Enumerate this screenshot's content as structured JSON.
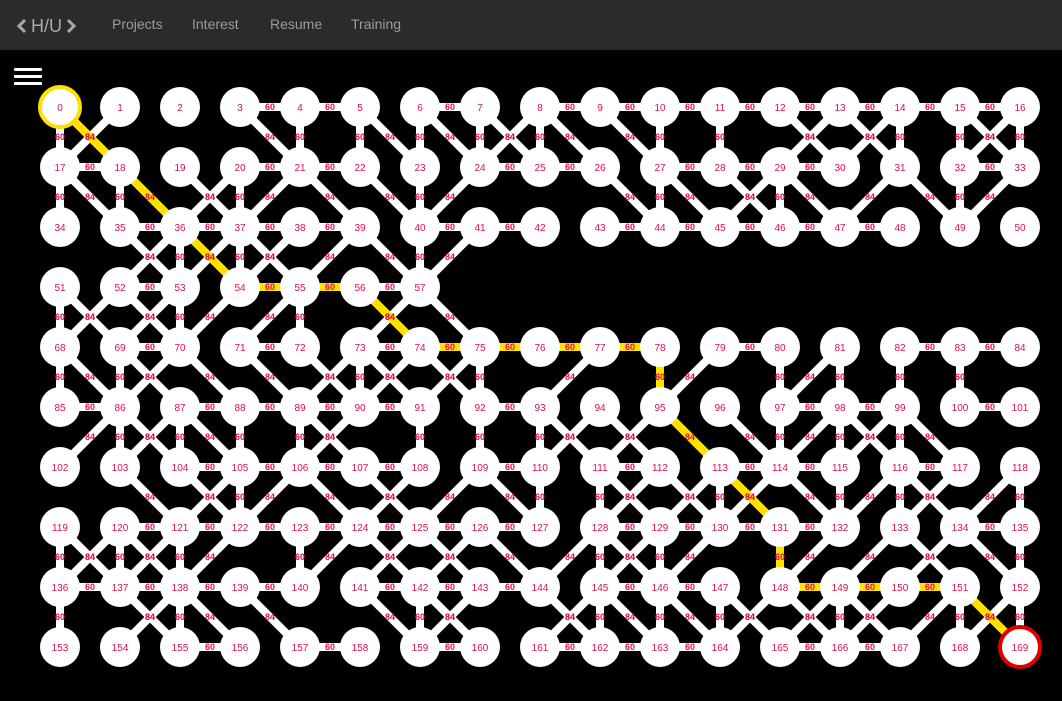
{
  "header": {
    "brand": "H/U",
    "nav": [
      {
        "id": "projects",
        "label": "Projects"
      },
      {
        "id": "interest",
        "label": "Interest"
      },
      {
        "id": "resume",
        "label": "Resume"
      },
      {
        "id": "training",
        "label": "Training"
      }
    ]
  },
  "graph": {
    "start": 0,
    "end": 169,
    "missing_nodes": [
      58,
      59,
      60,
      61,
      62,
      63,
      64,
      65,
      66,
      67
    ],
    "path": [
      0,
      18,
      36,
      54,
      55,
      56,
      74,
      75,
      76,
      77,
      78,
      95,
      113,
      131,
      148,
      149,
      150,
      151,
      169
    ],
    "colors": {
      "background": "#000000",
      "node": "#ffffff",
      "edge": "#ffffff",
      "path": "#ffe000",
      "label": "#e01050",
      "start_ring": "#ffe000",
      "end_ring": "#e00000"
    }
  }
}
